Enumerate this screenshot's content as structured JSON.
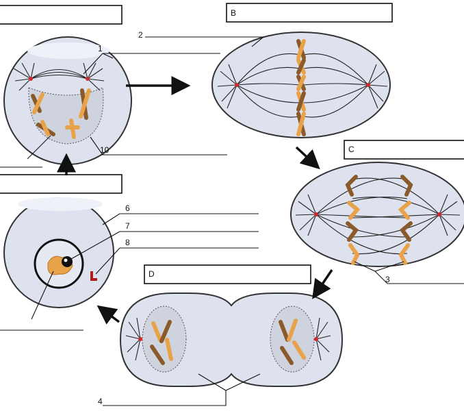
{
  "stage_boxes": {
    "a": "",
    "b": "B",
    "c": "C",
    "d": "D",
    "e": ""
  },
  "part_numbers": {
    "n1": "1",
    "n2": "2",
    "n3": "3",
    "n4": "4",
    "n6": "6",
    "n7": "7",
    "n8": "8",
    "n10": "10"
  },
  "colors": {
    "cell_fill": "#dde2ee",
    "chromatid_light": "#e8a24a",
    "chromatid_dark": "#8b5a2b",
    "centrosome": "#d0292b",
    "centriole": "#b01c1c"
  }
}
